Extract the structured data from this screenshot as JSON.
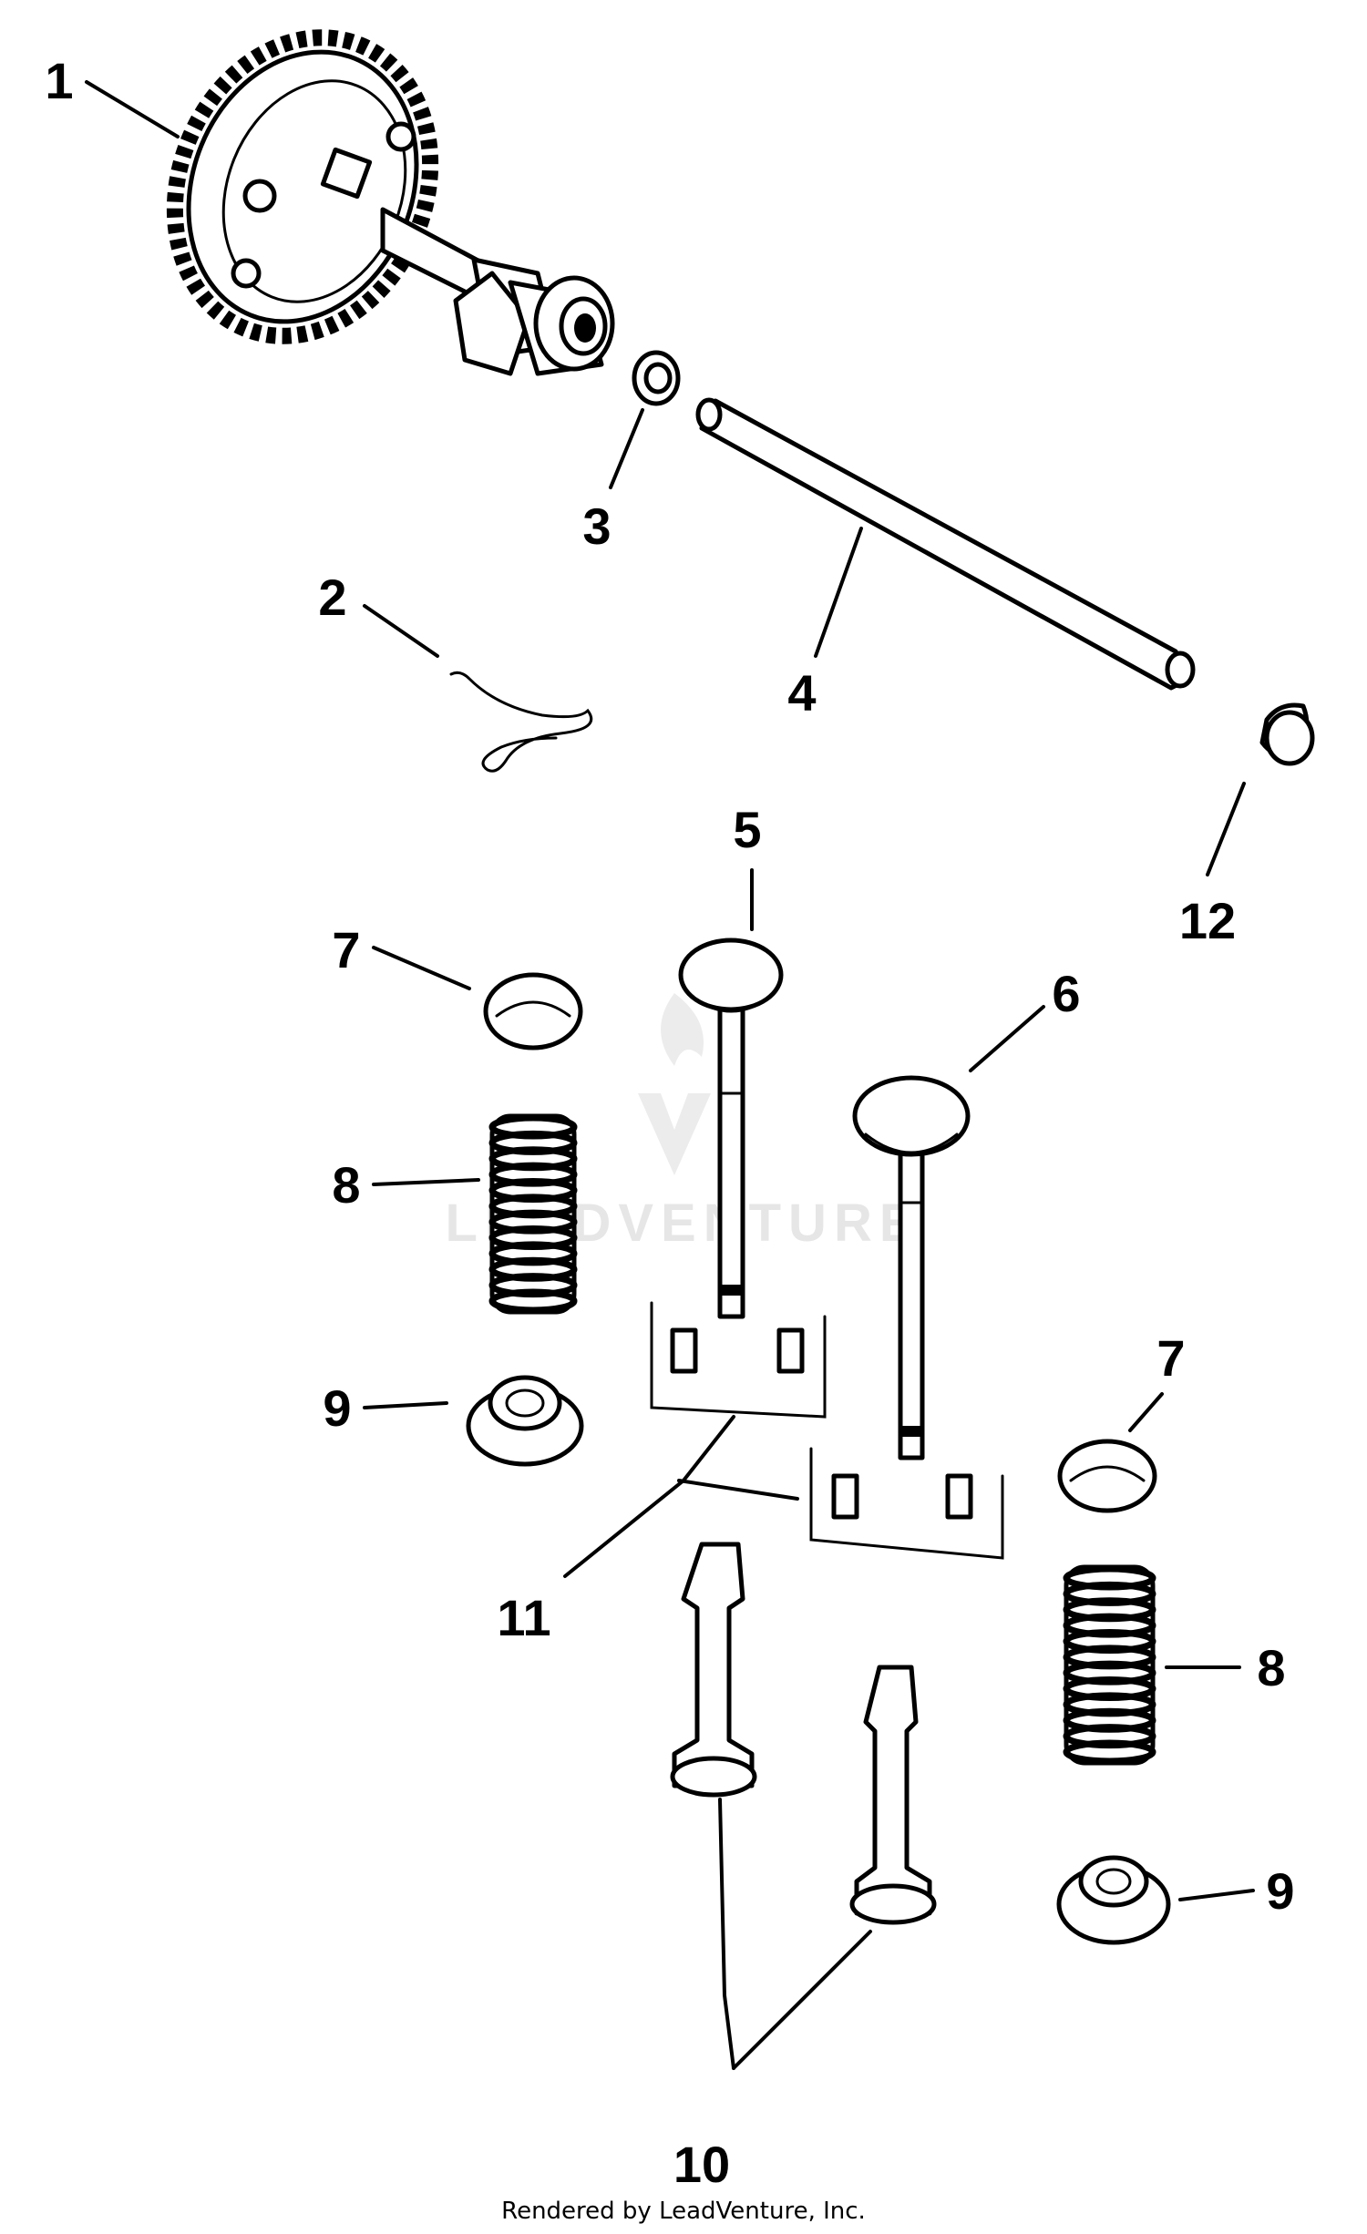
{
  "callouts": [
    {
      "id": "1",
      "label": "1"
    },
    {
      "id": "2",
      "label": "2"
    },
    {
      "id": "3",
      "label": "3"
    },
    {
      "id": "4",
      "label": "4"
    },
    {
      "id": "5",
      "label": "5"
    },
    {
      "id": "6",
      "label": "6"
    },
    {
      "id": "7a",
      "label": "7"
    },
    {
      "id": "7b",
      "label": "7"
    },
    {
      "id": "8a",
      "label": "8"
    },
    {
      "id": "8b",
      "label": "8"
    },
    {
      "id": "9a",
      "label": "9"
    },
    {
      "id": "9b",
      "label": "9"
    },
    {
      "id": "10",
      "label": "10"
    },
    {
      "id": "11",
      "label": "11"
    },
    {
      "id": "12",
      "label": "12"
    }
  ],
  "watermark": "LEADVENTURE",
  "credit": "Rendered by LeadVenture, Inc.",
  "colors": {
    "line": "#000000",
    "background": "#ffffff",
    "watermark": "#e6e6e6"
  }
}
